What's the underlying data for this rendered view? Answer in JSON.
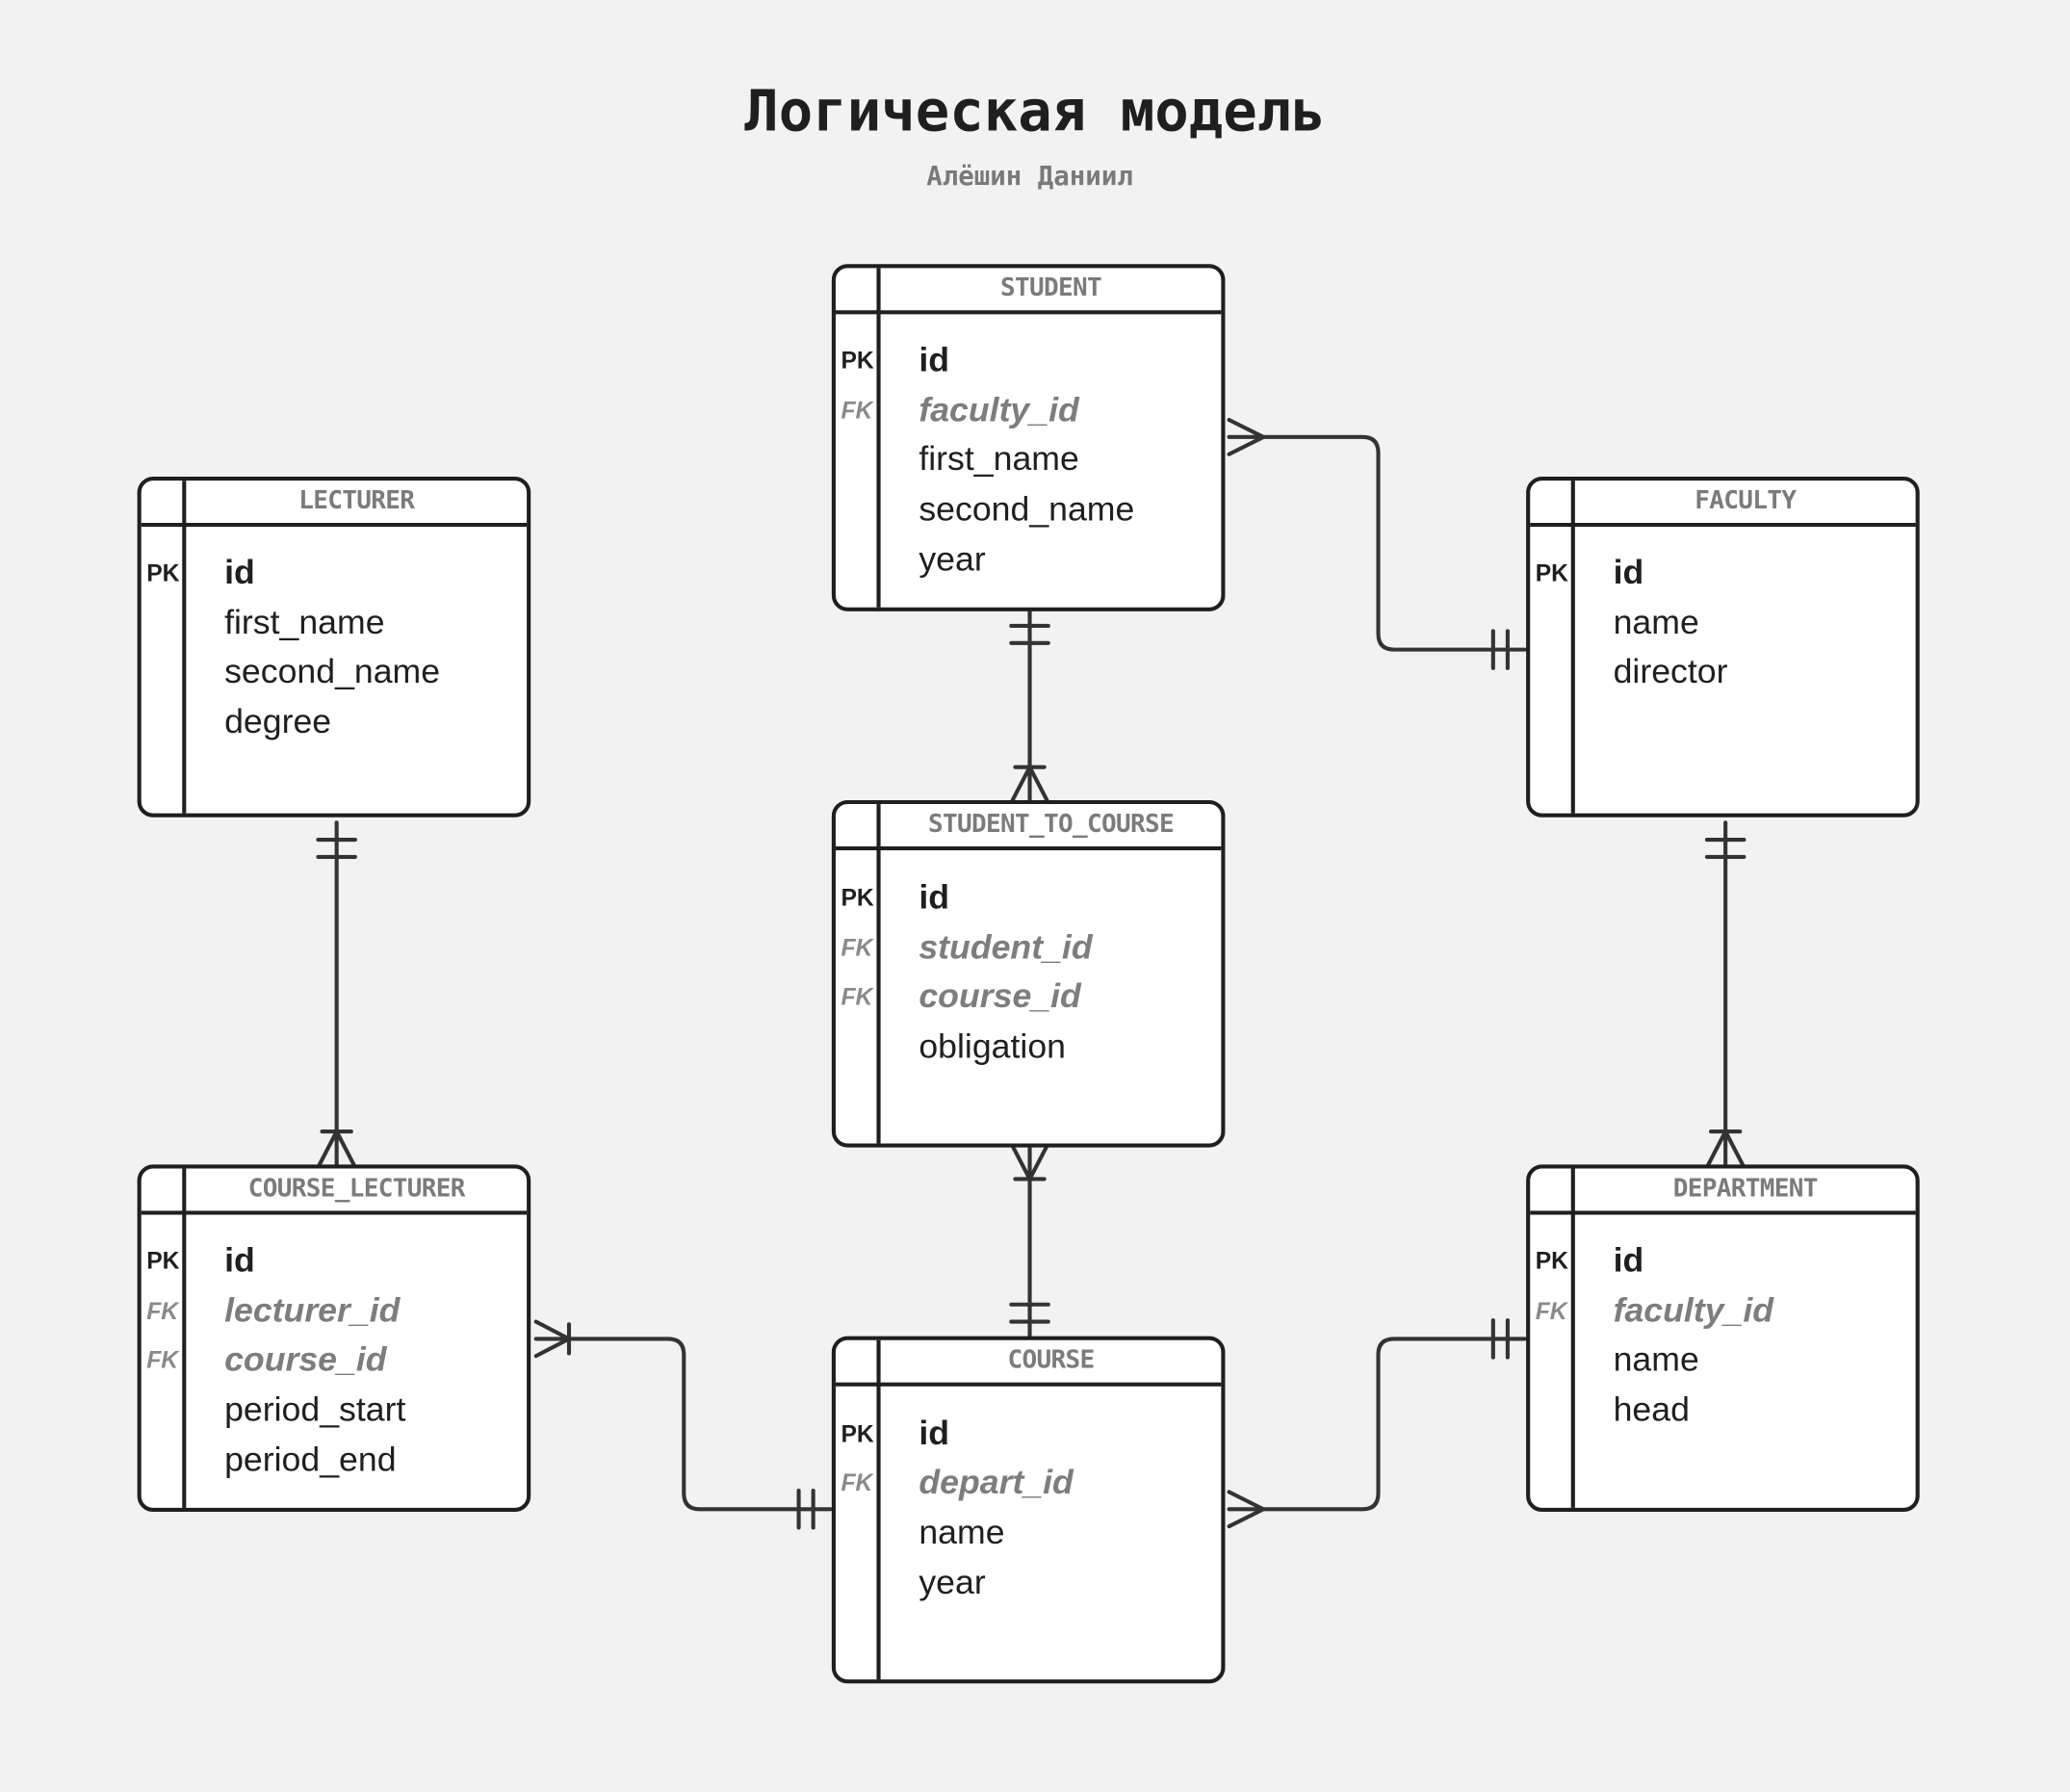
{
  "diagram": {
    "title": "Логическая модель",
    "author": "Алёшин Даниил"
  },
  "entities": {
    "student": {
      "name": "STUDENT",
      "fields": [
        {
          "key": "PK",
          "name": "id"
        },
        {
          "key": "FK",
          "name": "faculty_id"
        },
        {
          "key": "",
          "name": "first_name"
        },
        {
          "key": "",
          "name": "second_name"
        },
        {
          "key": "",
          "name": "year"
        }
      ]
    },
    "lecturer": {
      "name": "LECTURER",
      "fields": [
        {
          "key": "PK",
          "name": "id"
        },
        {
          "key": "",
          "name": "first_name"
        },
        {
          "key": "",
          "name": "second_name"
        },
        {
          "key": "",
          "name": "degree"
        }
      ]
    },
    "faculty": {
      "name": "FACULTY",
      "fields": [
        {
          "key": "PK",
          "name": "id"
        },
        {
          "key": "",
          "name": "name"
        },
        {
          "key": "",
          "name": "director"
        }
      ]
    },
    "student_to_course": {
      "name": "STUDENT_TO_COURSE",
      "fields": [
        {
          "key": "PK",
          "name": "id"
        },
        {
          "key": "FK",
          "name": "student_id"
        },
        {
          "key": "FK",
          "name": "course_id"
        },
        {
          "key": "",
          "name": "obligation"
        }
      ]
    },
    "course_lecturer": {
      "name": "COURSE_LECTURER",
      "fields": [
        {
          "key": "PK",
          "name": "id"
        },
        {
          "key": "FK",
          "name": "lecturer_id"
        },
        {
          "key": "FK",
          "name": "course_id"
        },
        {
          "key": "",
          "name": "period_start"
        },
        {
          "key": "",
          "name": "period_end"
        }
      ]
    },
    "course": {
      "name": "COURSE",
      "fields": [
        {
          "key": "PK",
          "name": "id"
        },
        {
          "key": "FK",
          "name": "depart_id"
        },
        {
          "key": "",
          "name": "name"
        },
        {
          "key": "",
          "name": "year"
        }
      ]
    },
    "department": {
      "name": "DEPARTMENT",
      "fields": [
        {
          "key": "PK",
          "name": "id"
        },
        {
          "key": "FK",
          "name": "faculty_id"
        },
        {
          "key": "",
          "name": "name"
        },
        {
          "key": "",
          "name": "head"
        }
      ]
    }
  },
  "relationships": [
    {
      "from": "FACULTY",
      "from_end": "one-and-only-one",
      "to": "STUDENT",
      "to_end": "many"
    },
    {
      "from": "STUDENT",
      "from_end": "one-and-only-one",
      "to": "STUDENT_TO_COURSE",
      "to_end": "one-or-many"
    },
    {
      "from": "COURSE",
      "from_end": "one-and-only-one",
      "to": "STUDENT_TO_COURSE",
      "to_end": "one-or-many"
    },
    {
      "from": "LECTURER",
      "from_end": "one-and-only-one",
      "to": "COURSE_LECTURER",
      "to_end": "one-or-many"
    },
    {
      "from": "COURSE",
      "from_end": "one-and-only-one",
      "to": "COURSE_LECTURER",
      "to_end": "one-or-many"
    },
    {
      "from": "FACULTY",
      "from_end": "one-and-only-one",
      "to": "DEPARTMENT",
      "to_end": "one-or-many"
    },
    {
      "from": "DEPARTMENT",
      "from_end": "one-and-only-one",
      "to": "COURSE",
      "to_end": "many"
    }
  ],
  "colors": {
    "background": "#f2f2f2",
    "line": "#1f1f1f",
    "header_text": "#7b7b7b",
    "fk_text": "#7d7d7d"
  }
}
